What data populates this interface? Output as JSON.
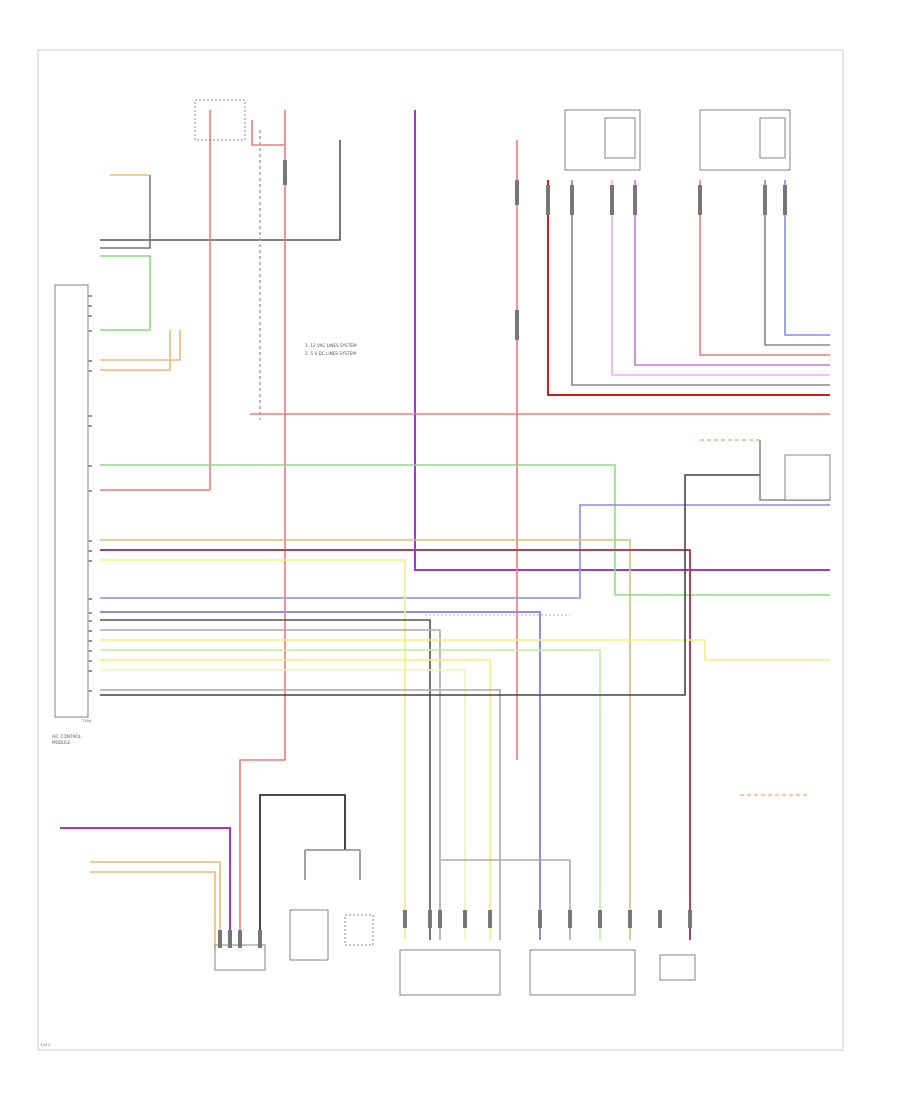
{
  "diagram": {
    "control_unit": {
      "label_lines": [
        "A/C CONTROL",
        "MODULE"
      ],
      "connector": "T16d"
    },
    "wire_colors": {
      "red": "#f47a7a",
      "red_dark": "#d01c1c",
      "green": "#89e07a",
      "green_light": "#bdf0a0",
      "yellow": "#f2f27a",
      "yellow_light": "#f5f5b0",
      "blue": "#8a8af2",
      "violet": "#c777e8",
      "violet_dark": "#9a3ad0",
      "orange": "#f2b87a",
      "grey": "#888888",
      "black": "#333333",
      "brown_red": "#b5405e",
      "pink": "#f4a8f0"
    },
    "notes": [
      "1. 12 VAC LINES SYSTEM",
      "2. 5 V DC LINES SYSTEM"
    ],
    "page_ref": "1 of 2"
  }
}
